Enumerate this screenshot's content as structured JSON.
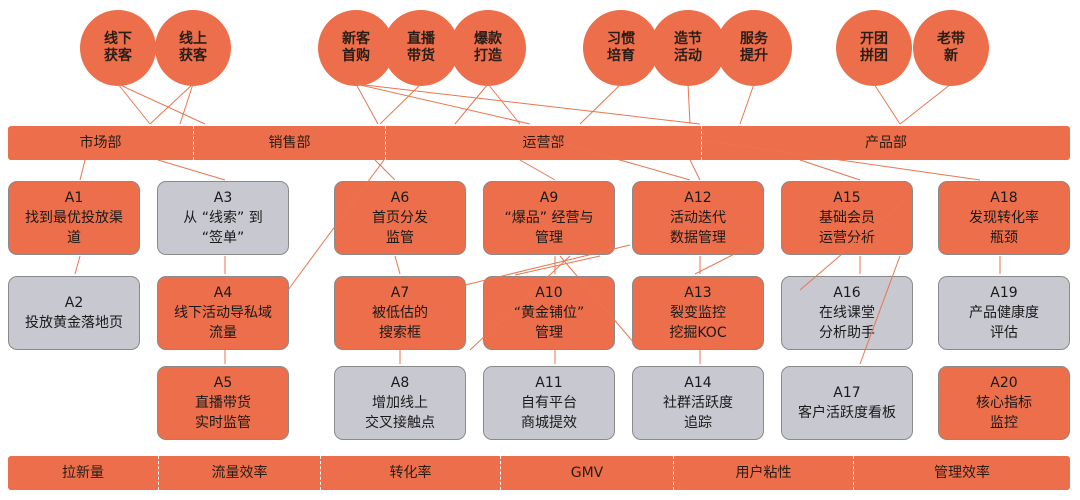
{
  "colors": {
    "orange": "#ec6e4a",
    "gray": "#c8c8d0",
    "line": "#e8764f"
  },
  "circles": [
    "线下\n获客",
    "线上\n获客",
    "新客\n首购",
    "直播\n带货",
    "爆款\n打造",
    "习惯\n培育",
    "造节\n活动",
    "服务\n提升",
    "开团\n拼团",
    "老带\n新"
  ],
  "departments": [
    "市场部",
    "销售部",
    "运营部",
    "产品部"
  ],
  "metrics": [
    "拉新量",
    "流量效率",
    "转化率",
    "GMV",
    "用户粘性",
    "管理效率"
  ],
  "boxes": [
    {
      "id": "A1",
      "text": "找到最优投放渠\n道",
      "style": "orange"
    },
    {
      "id": "A2",
      "text": "投放黄金落地页",
      "style": "gray"
    },
    {
      "id": "A3",
      "text": "从 “线索” 到\n“签单”",
      "style": "gray"
    },
    {
      "id": "A4",
      "text": "线下活动导私域\n流量",
      "style": "orange"
    },
    {
      "id": "A5",
      "text": "直播带货\n实时监管",
      "style": "orange"
    },
    {
      "id": "A6",
      "text": "首页分发\n监管",
      "style": "orange"
    },
    {
      "id": "A7",
      "text": "被低估的\n搜索框",
      "style": "orange"
    },
    {
      "id": "A8",
      "text": "增加线上\n交叉接触点",
      "style": "gray"
    },
    {
      "id": "A9",
      "text": "“爆品” 经营与\n管理",
      "style": "orange"
    },
    {
      "id": "A10",
      "text": "“黄金铺位”\n管理",
      "style": "orange"
    },
    {
      "id": "A11",
      "text": "自有平台\n商城提效",
      "style": "gray"
    },
    {
      "id": "A12",
      "text": "活动迭代\n数据管理",
      "style": "orange"
    },
    {
      "id": "A13",
      "text": "裂变监控\n挖掘KOC",
      "style": "orange"
    },
    {
      "id": "A14",
      "text": "社群活跃度\n追踪",
      "style": "gray"
    },
    {
      "id": "A15",
      "text": "基础会员\n运营分析",
      "style": "orange"
    },
    {
      "id": "A16",
      "text": "在线课堂\n分析助手",
      "style": "gray"
    },
    {
      "id": "A17",
      "text": "客户活跃度看板",
      "style": "gray"
    },
    {
      "id": "A18",
      "text": "发现转化率\n瓶颈",
      "style": "orange"
    },
    {
      "id": "A19",
      "text": "产品健康度\n评估",
      "style": "gray"
    },
    {
      "id": "A20",
      "text": "核心指标\n监控",
      "style": "orange"
    }
  ]
}
